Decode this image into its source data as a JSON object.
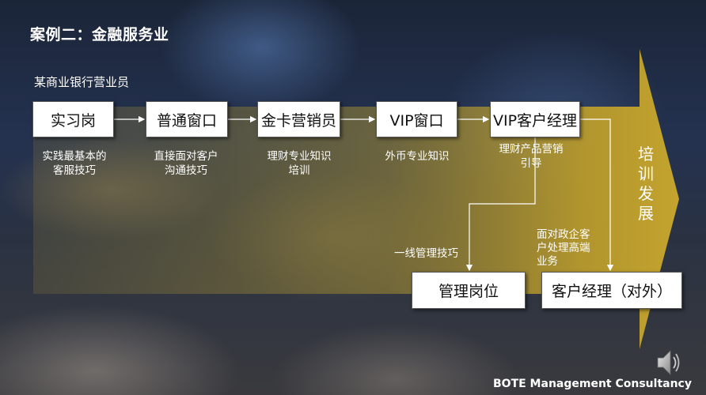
{
  "slide": {
    "title": "案例二：金融服务业",
    "subtitle": "某商业银行营业员",
    "arrow_label_chars": [
      "培",
      "训",
      "发",
      "展"
    ],
    "footer": "BOTE Management Consultancy"
  },
  "stages": [
    {
      "label": "实习岗",
      "note": [
        "实践最基本的",
        "客服技巧"
      ]
    },
    {
      "label": "普通窗口",
      "note": [
        "直接面对客户",
        "沟通技巧"
      ]
    },
    {
      "label": "金卡营销员",
      "note": [
        "理财专业知识",
        "培训"
      ]
    },
    {
      "label": "VIP窗口",
      "note": [
        "外币专业知识"
      ]
    },
    {
      "label": "VIP客户经理",
      "note": [
        "理财产品营销",
        "引导"
      ]
    }
  ],
  "branches": [
    {
      "label": "管理岗位",
      "note": [
        "一线管理技巧"
      ]
    },
    {
      "label": "客户经理（对外）",
      "note": [
        "面对政企客",
        "户处理高端",
        "业务"
      ]
    }
  ],
  "colors": {
    "arrow": "#b89a2c",
    "box": "#ffffff",
    "text": "#ffffff"
  },
  "icons": {
    "speaker": "speaker-icon"
  }
}
